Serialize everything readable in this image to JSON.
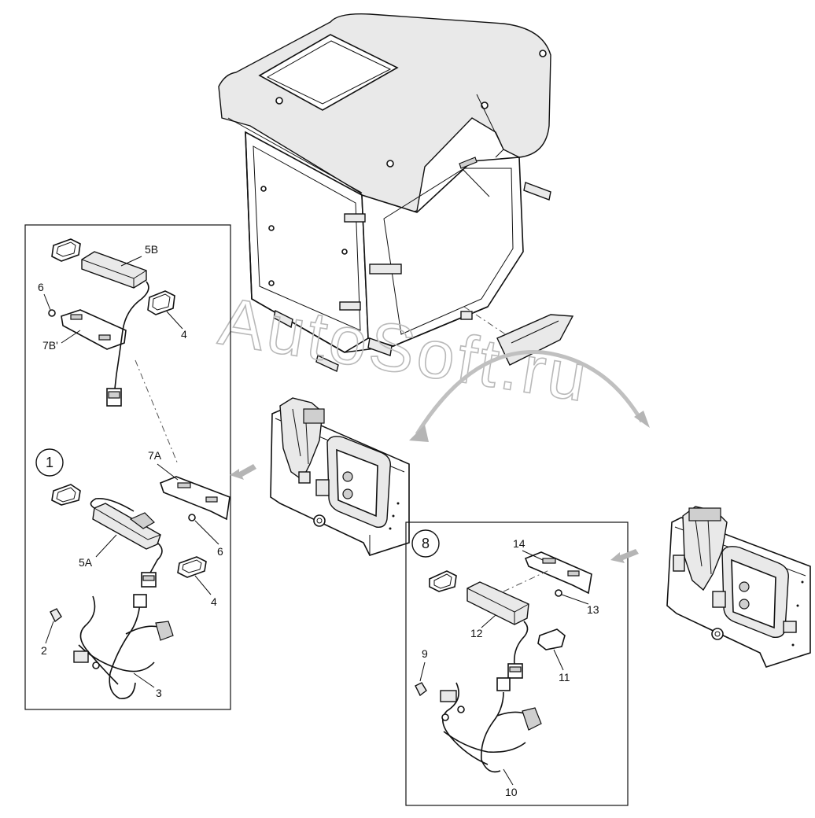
{
  "watermark": "AutoSoft.ru",
  "panels": {
    "left": {
      "circle_label": "1",
      "callouts": [
        "5B",
        "6",
        "7B'",
        "4",
        "7A",
        "6",
        "5A",
        "4",
        "2",
        "3"
      ]
    },
    "right": {
      "circle_label": "8",
      "callouts": [
        "14",
        "13",
        "12",
        "11",
        "9",
        "10"
      ]
    }
  },
  "colors": {
    "line": "#111111",
    "watermark": "#b9b9b9",
    "arrow": "#b5b5b5"
  }
}
